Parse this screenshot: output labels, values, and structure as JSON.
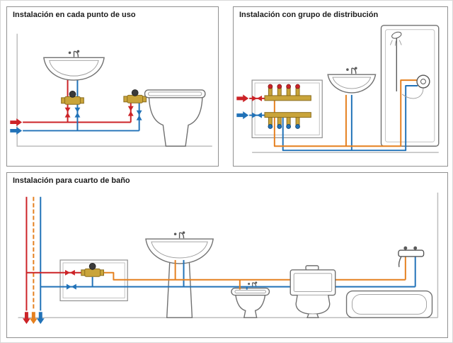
{
  "panels": {
    "point_of_use": {
      "title": "Instalación en cada punto de uso"
    },
    "distribution": {
      "title": "Instalación con grupo de distribución"
    },
    "bathroom": {
      "title": "Instalación para cuarto de baño"
    }
  },
  "colors": {
    "hot": "#cc2327",
    "cold": "#2172b8",
    "mixed": "#e5801f",
    "brass": "#c9a43a",
    "brass_dark": "#8a6d1f",
    "fixture": "#707070",
    "wall": "#bdbdbd",
    "panel_border": "#909090",
    "title_text": "#1c1c1c"
  }
}
